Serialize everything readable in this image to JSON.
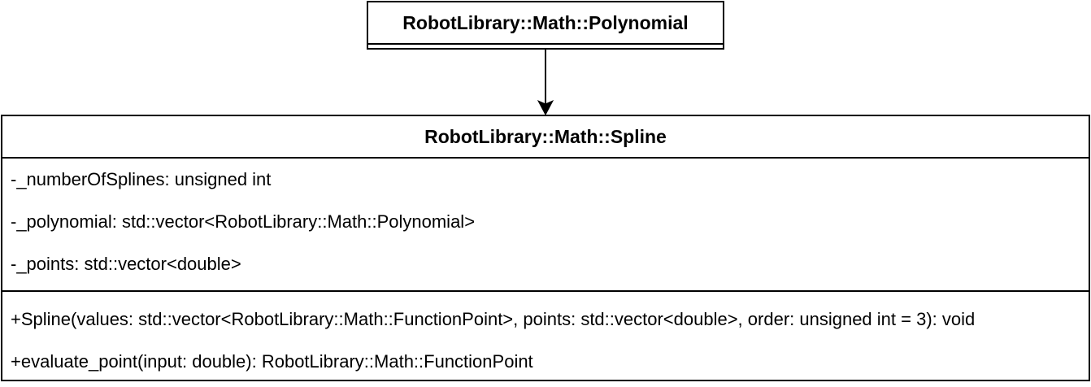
{
  "classes": {
    "polynomial": {
      "name": "RobotLibrary::Math::Polynomial"
    },
    "spline": {
      "name": "RobotLibrary::Math::Spline",
      "attributes": [
        "-_numberOfSplines: unsigned int",
        "-_polynomial: std::vector<RobotLibrary::Math::Polynomial>",
        "-_points: std::vector<double>"
      ],
      "operations": [
        "+Spline(values: std::vector<RobotLibrary::Math::FunctionPoint>, points: std::vector<double>, order: unsigned int = 3): void",
        "+evaluate_point(input: double): RobotLibrary::Math::FunctionPoint"
      ]
    }
  },
  "relationship": {
    "from": "RobotLibrary::Math::Polynomial",
    "to": "RobotLibrary::Math::Spline",
    "type": "association"
  }
}
